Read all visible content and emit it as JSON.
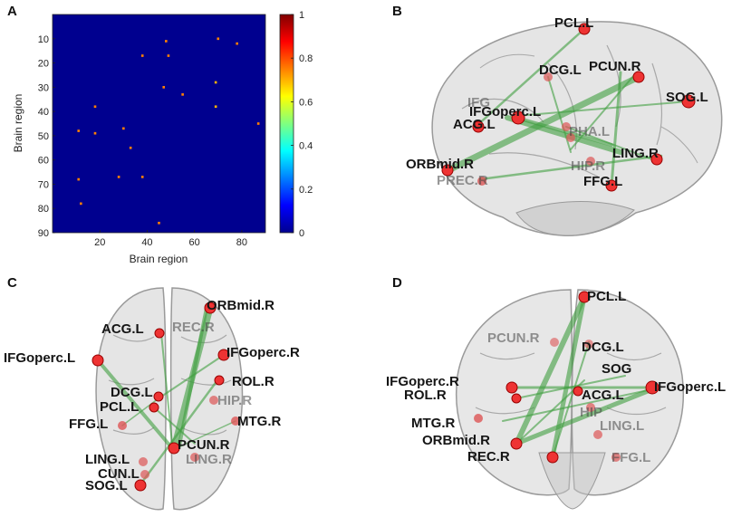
{
  "panels": {
    "a": "A",
    "b": "B",
    "c": "C",
    "d": "D"
  },
  "chart_data": {
    "type": "heatmap",
    "xlabel": "Brain region",
    "ylabel": "Brain region",
    "xlim": [
      0,
      90
    ],
    "ylim": [
      90,
      0
    ],
    "xticks": [
      "20",
      "40",
      "60",
      "80"
    ],
    "xtick_values": [
      20,
      40,
      60,
      80
    ],
    "yticks": [
      "10",
      "20",
      "30",
      "40",
      "50",
      "60",
      "70",
      "80",
      "90"
    ],
    "ytick_values": [
      10,
      20,
      30,
      40,
      50,
      60,
      70,
      80,
      90
    ],
    "colorbar_ticks": [
      "0",
      "0.2",
      "0.4",
      "0.6",
      "0.8",
      "1"
    ],
    "colorbar_tick_values": [
      0,
      0.2,
      0.4,
      0.6,
      0.8,
      1
    ],
    "colormap": "jet",
    "background_value": 0,
    "cells": [
      {
        "x": 48,
        "y": 11,
        "value": 0.75
      },
      {
        "x": 70,
        "y": 10,
        "value": 0.75
      },
      {
        "x": 78,
        "y": 12,
        "value": 0.75
      },
      {
        "x": 38,
        "y": 17,
        "value": 0.75
      },
      {
        "x": 49,
        "y": 17,
        "value": 0.75
      },
      {
        "x": 69,
        "y": 28,
        "value": 0.7
      },
      {
        "x": 47,
        "y": 30,
        "value": 0.75
      },
      {
        "x": 55,
        "y": 33,
        "value": 0.75
      },
      {
        "x": 18,
        "y": 38,
        "value": 0.75
      },
      {
        "x": 69,
        "y": 38,
        "value": 0.7
      },
      {
        "x": 87,
        "y": 45,
        "value": 0.75
      },
      {
        "x": 30,
        "y": 47,
        "value": 0.75
      },
      {
        "x": 11,
        "y": 48,
        "value": 0.75
      },
      {
        "x": 18,
        "y": 49,
        "value": 0.75
      },
      {
        "x": 33,
        "y": 55,
        "value": 0.75
      },
      {
        "x": 28,
        "y": 67,
        "value": 0.75
      },
      {
        "x": 38,
        "y": 67,
        "value": 0.75
      },
      {
        "x": 11,
        "y": 68,
        "value": 0.75
      },
      {
        "x": 12,
        "y": 78,
        "value": 0.75
      },
      {
        "x": 45,
        "y": 86,
        "value": 0.75
      }
    ]
  },
  "panel_b": {
    "labels": [
      "PCL.L",
      "DCG.L",
      "PCUN.R",
      "SOG.L",
      "IFGoperc.L",
      "ACG.L",
      "LING.R",
      "ORBmid.R",
      "HIP.R",
      "FFG.L",
      "IFG",
      "PHA.L",
      "PREC.R"
    ]
  },
  "panel_c": {
    "labels": [
      "ORBmid.R",
      "ACG.L",
      "REC.R",
      "IFGoperc.L",
      "IFGoperc.R",
      "ROL.R",
      "DCG.L",
      "HIP.R",
      "PCL.L",
      "FFG.L",
      "MTG.R",
      "PCUN.R",
      "LING.L",
      "LING.R",
      "CUN.L",
      "SOG.L"
    ]
  },
  "panel_d": {
    "labels": [
      "PCL.L",
      "PCUN.R",
      "DCG.L",
      "SOG",
      "IFGoperc.R",
      "IFGoperc.L",
      "ROL.R",
      "ACG.L",
      "MTG.R",
      "LING.L",
      "ORBmid.R",
      "REC.R",
      "FFG.L",
      "HIP"
    ]
  }
}
